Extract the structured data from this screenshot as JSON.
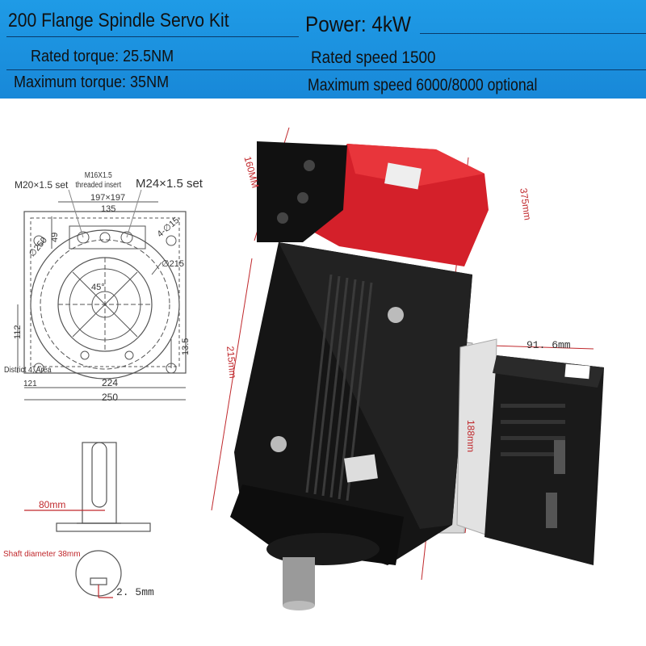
{
  "banner": {
    "title": "200 Flange Spindle Servo Kit",
    "power": "Power: 4kW",
    "rated_torque": "Rated torque: 25.5NM",
    "rated_speed": "Rated speed 1500",
    "max_torque": "Maximum torque: 35NM",
    "max_speed": "Maximum speed 6000/8000 optional"
  },
  "flange_drawing": {
    "label_m20": "M20×1.5 set",
    "label_m16": "M16X1.5 threaded insert",
    "label_m24": "M24×1.5 set",
    "dim_197": "197×197",
    "dim_135": "135",
    "dim_49": "49",
    "dim_4_15": "4-∅15",
    "dim_250_dia": "∅250",
    "dim_215": "∅215",
    "dim_45": "45°",
    "dim_112": "112",
    "dim_13_5": "13.5",
    "dim_224": "224",
    "dim_250": "250",
    "district": "District 4, Area",
    "district_num": "121"
  },
  "shaft_drawing": {
    "dim_80": "80mm",
    "shaft_diameter": "Shaft diameter 38mm",
    "dim_2_5": "2. 5mm"
  },
  "motor_photo": {
    "dim_160": "160MM",
    "dim_375": "375mm",
    "dim_215": "215mm"
  },
  "driver_photo": {
    "dim_91_6": "91. 6mm",
    "dim_188": "188mm"
  },
  "colors": {
    "banner_blue": "#1a90de",
    "motor_red": "#d4202a",
    "motor_black": "#141414",
    "annotation_red": "#c0282c"
  }
}
